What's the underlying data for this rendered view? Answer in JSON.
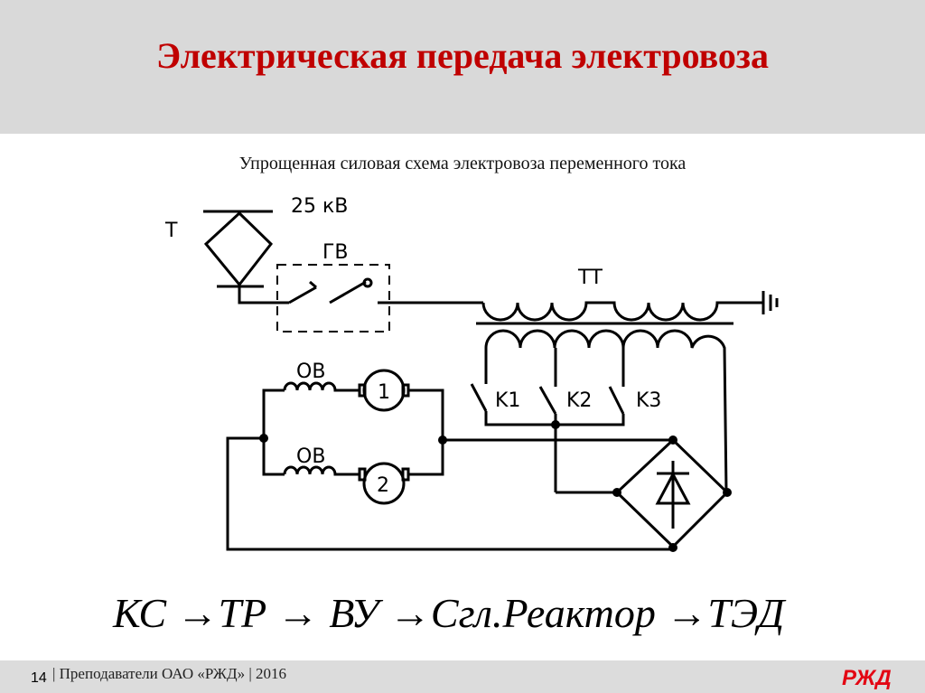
{
  "title": "Электрическая передача электровоза",
  "subtitle": "Упрощенная силовая схема электровоза переменного тока",
  "diagram": {
    "t": "Т",
    "voltage": "25 кВ",
    "gv": "ГВ",
    "tt": "ТТ",
    "ov1": "ОВ",
    "ov2": "ОВ",
    "m1": "1",
    "m2": "2",
    "k1": "K1",
    "k2": "K2",
    "k3": "K3"
  },
  "formula": "КС →ТР → ВУ →Сгл.Реактор →ТЭД",
  "footer": {
    "page": "14",
    "text": "| Преподаватели ОАО «РЖД» | 2016",
    "logo": "РЖД"
  },
  "colors": {
    "title": "#c00000",
    "logo": "#e30613"
  }
}
